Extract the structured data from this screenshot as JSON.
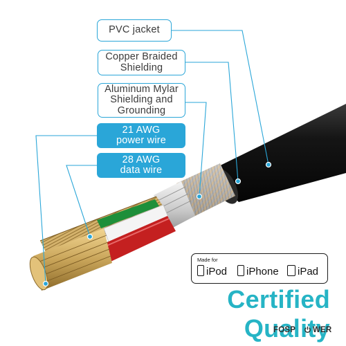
{
  "callouts": {
    "pvc_jacket": [
      "PVC jacket"
    ],
    "copper_braided": [
      "Copper Braided",
      "Shielding"
    ],
    "aluminum_mylar": [
      "Aluminum Mylar",
      "Shielding and",
      "Grounding"
    ],
    "power_wire": [
      "21 AWG",
      "power wire"
    ],
    "data_wire": [
      "28 AWG",
      "data wire"
    ]
  },
  "badge": {
    "made_for": "Made for",
    "devices": [
      "iPod",
      "iPhone",
      "iPad"
    ],
    "apple_icon": "apple-logo-icon"
  },
  "headline": "Certified Quality",
  "brand": {
    "text_before": "FOSP",
    "text_after": "WER",
    "icon": "power-icon"
  },
  "colors": {
    "callout_blue": "#2aa6d8",
    "headline_teal": "#26b4c5",
    "jacket_black": "#0f0f0f",
    "copper_gold": "#c9a55a",
    "red_wire": "#c42020",
    "green_wire": "#1e8f3a",
    "white_wire": "#f2f2f2"
  }
}
